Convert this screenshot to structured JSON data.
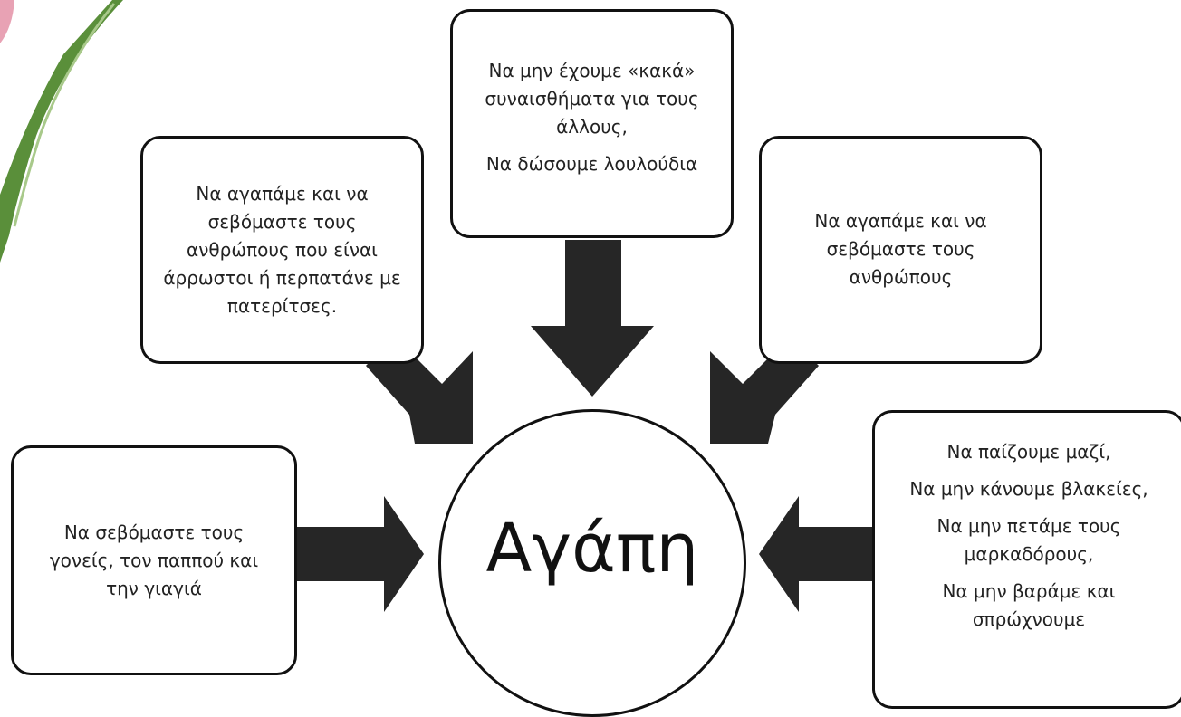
{
  "center": {
    "label": "Αγάπη"
  },
  "boxes": {
    "top": {
      "lines": [
        "Να μην έχουμε «κακά» συναισθήματα για τους άλλους,",
        "Να δώσουμε λουλούδια"
      ]
    },
    "upper_left": {
      "lines": [
        "Να αγαπάμε και να σεβόμαστε τους ανθρώπους που είναι άρρωστοι ή περπατάνε με  πατερίτσες."
      ]
    },
    "upper_right": {
      "lines": [
        "Να αγαπάμε και να σεβόμαστε τους ανθρώπους"
      ]
    },
    "left": {
      "lines": [
        "Να σεβόμαστε τους γονείς, τον παππού και την γιαγιά"
      ]
    },
    "right": {
      "lines": [
        "Να παίζουμε μαζί,",
        "Να μην κάνουμε βλακείες,",
        "Να μην πετάμε τους μαρκαδόρους,",
        "Να μην βαράμε και σπρώχνουμε"
      ]
    }
  },
  "colors": {
    "arrow": "#262626",
    "stem": "#5a8f3a",
    "petal": "#e8a2b4"
  },
  "decoration": {
    "top_left": "tulip-stem"
  }
}
